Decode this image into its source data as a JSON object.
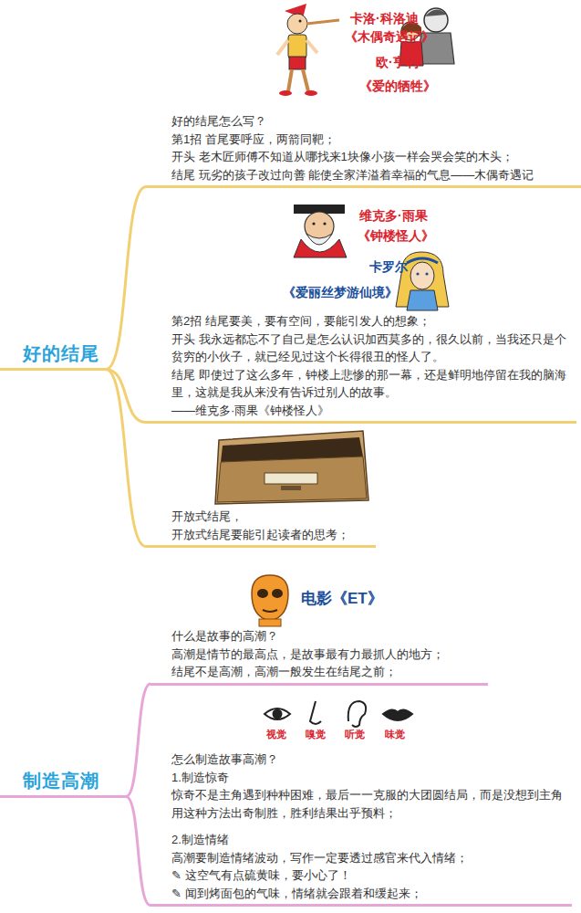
{
  "diagram": {
    "nodes": [
      {
        "text": [
          "好的结尾"
        ]
      },
      {
        "text": [
          "好的结尾怎么写？",
          "第1招 首尾要呼应，两箭同靶；",
          "开头 老木匠师傅不知道从哪找来1块像小孩一样会哭会笑的木头；",
          "结尾 玩劣的孩子改过向善 能使全家洋溢着幸福的气息——木偶奇遇记"
        ]
      },
      {
        "text": [
          "第2招 结尾要美，要有空间，要能引发人的想象；",
          "开头 我永远都忘不了自己是怎么认识加西莫多的，很久以前，当我还只是个贫穷的小伙子，就已经见过这个长得很丑的怪人了。",
          "结尾 即使过了这么多年，钟楼上悲惨的那一幕，还是鲜明地停留在我的脑海里，这就是我从来没有告诉过别人的故事。",
          "——维克多·雨果《钟楼怪人》"
        ]
      },
      {
        "text": [
          "开放式结尾，",
          "开放式结尾要能引起读者的思考；"
        ]
      },
      {
        "text": [
          "制造高潮"
        ]
      },
      {
        "text": [
          "什么是故事的高潮？",
          "高潮是情节的最高点，是故事最有力最抓人的地方；",
          "结尾不是高潮，高潮一般发生在结尾之前；"
        ]
      },
      {
        "text": [
          "怎么制造故事高潮？",
          "1.制造惊奇",
          "惊奇不是主角遇到种种困难，最后一一克服的大团圆结局，而是没想到主角用这种方法出奇制胜，胜利结果出乎预料；",
          "2.制造情绪",
          "高潮要制造情绪波动，写作一定要透过感官来代入情绪；",
          "✎ 这空气有点硫黄味，要小心了！",
          "✎ 闻到烤面包的气味，情绪就会跟着和缓起来；"
        ]
      }
    ],
    "edges": [
      {
        "from": 0,
        "to": 1,
        "arrow": "none"
      },
      {
        "from": 0,
        "to": 2,
        "arrow": "none"
      },
      {
        "from": 0,
        "to": 3,
        "arrow": "none"
      },
      {
        "from": 4,
        "to": 5,
        "arrow": "none"
      },
      {
        "from": 4,
        "to": 6,
        "arrow": "none"
      }
    ],
    "labels": [
      "卡洛·科洛迪",
      "《木偶奇遇记》",
      "欧·亨利",
      "《爱的牺牲》",
      "维克多·雨果",
      "《钟楼怪人》",
      "卡罗尔",
      "《爱丽丝梦游仙境》",
      "电影《ET》",
      "视觉",
      "嗅觉",
      "听觉",
      "味觉"
    ]
  }
}
